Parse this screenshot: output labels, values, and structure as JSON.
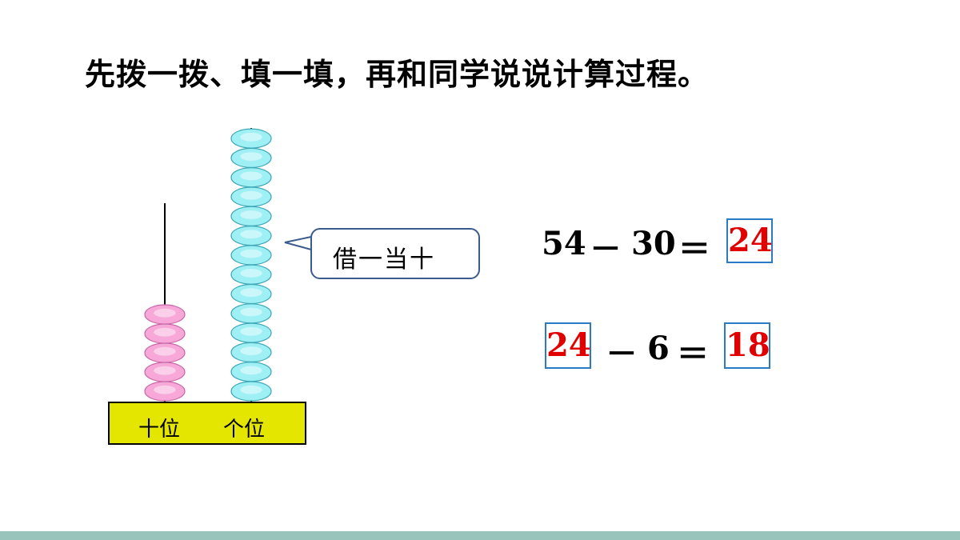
{
  "instruction": "先拨一拨、填一填，再和同学说说计算过程。",
  "abacus": {
    "tens_label": "十位",
    "ones_label": "个位",
    "tens_beads": 5,
    "ones_beads": 14,
    "tens_bead_color": "#f7a8d8",
    "ones_bead_color": "#9ff0f4",
    "base_color": "#e5e600"
  },
  "speech_bubble": {
    "text": "借一当十"
  },
  "equations": [
    {
      "a": "54",
      "op": "－",
      "b": "30",
      "eq": "＝",
      "answer": "24"
    },
    {
      "a_box": "24",
      "op": "－",
      "b": "6",
      "eq": "＝",
      "answer": "18"
    }
  ],
  "colors": {
    "answer_text": "#e00000",
    "box_border": "#2a7bc4",
    "bubble_border": "#3b5b8f",
    "footer_bar": "#99c4bc"
  }
}
